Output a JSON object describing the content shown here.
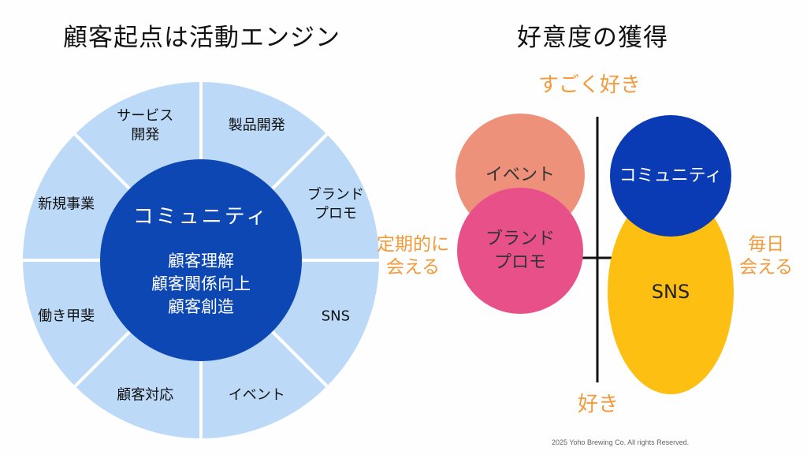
{
  "left_title": "顧客起点は活動エンジン",
  "right_title": "好意度の獲得",
  "wheel": {
    "center_title": "コミュニティ",
    "center_lines": [
      "顧客理解",
      "顧客関係向上",
      "顧客創造"
    ],
    "segments": [
      {
        "lines": [
          "サービス",
          "開発"
        ]
      },
      {
        "lines": [
          "製品開発"
        ]
      },
      {
        "lines": [
          "ブランド",
          "プロモ"
        ]
      },
      {
        "lines": [
          "SNS"
        ]
      },
      {
        "lines": [
          "イベント"
        ]
      },
      {
        "lines": [
          "顧客対応"
        ]
      },
      {
        "lines": [
          "働き甲斐"
        ]
      },
      {
        "lines": [
          "新規事業"
        ]
      }
    ],
    "colors": {
      "segment": "#bcdaf8",
      "center": "#0d47b3",
      "divider": "#ffffff"
    }
  },
  "map": {
    "top_label": "すごく好き",
    "bottom_label": "好き",
    "left_label_lines": [
      "定期的に",
      "会える"
    ],
    "right_label_lines": [
      "毎日",
      "会える"
    ],
    "bubbles": [
      {
        "id": "event",
        "lines": [
          "イベント"
        ],
        "color": "#ee917b"
      },
      {
        "id": "brand",
        "lines": [
          "ブランド",
          "プロモ"
        ],
        "color": "#e8508a"
      },
      {
        "id": "sns",
        "lines": [
          "SNS"
        ],
        "color": "#fdbf12"
      },
      {
        "id": "community",
        "lines": [
          "コミュニティ"
        ],
        "color": "#0a3bb4"
      }
    ],
    "label_color": "#f39a3a"
  },
  "footer": "2025 Yoho Brewing Co. All rights Reserved."
}
